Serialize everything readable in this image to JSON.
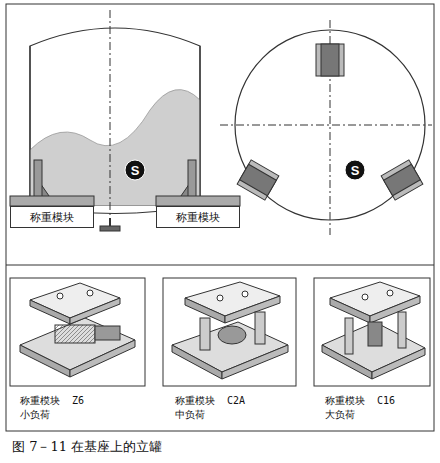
{
  "diagram": {
    "caption": "图 7－11 在基座上的立罐",
    "nodes": [
      {
        "text": [
          "称重模块"
        ]
      },
      {
        "text": [
          "称重模块"
        ]
      },
      {
        "text": [
          "S"
        ]
      },
      {
        "text": [
          "S"
        ]
      }
    ],
    "labels": [
      "称重模块  Z6",
      "小负荷",
      "称重模块  C2A",
      "中负荷",
      "称重模块  C16",
      "大负荷"
    ]
  }
}
